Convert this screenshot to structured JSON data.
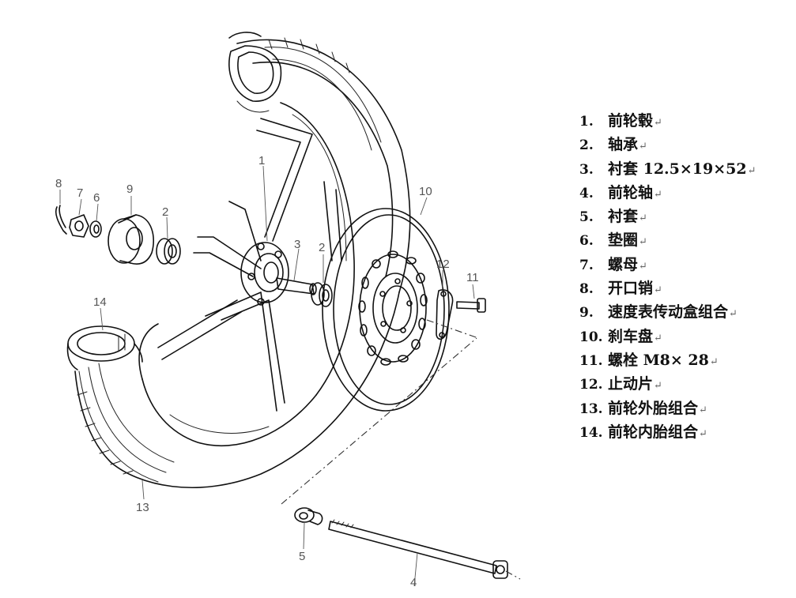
{
  "callouts": [
    "1",
    "2",
    "3",
    "4",
    "5",
    "6",
    "7",
    "8",
    "9",
    "10",
    "11",
    "12",
    "13",
    "14"
  ],
  "parts": [
    {
      "num": "1.",
      "name": "前轮毂"
    },
    {
      "num": "2.",
      "name": "轴承"
    },
    {
      "num": "3.",
      "name": "衬套 12.5×19×52"
    },
    {
      "num": "4.",
      "name": "前轮轴"
    },
    {
      "num": "5.",
      "name": "衬套"
    },
    {
      "num": "6.",
      "name": "垫圈"
    },
    {
      "num": "7.",
      "name": "螺母"
    },
    {
      "num": "8.",
      "name": "开口销"
    },
    {
      "num": "9.",
      "name": "速度表传动盒组合"
    },
    {
      "num": "10.",
      "name": "刹车盘"
    },
    {
      "num": "11.",
      "name": "螺栓 M8× 28"
    },
    {
      "num": "12.",
      "name": "止动片"
    },
    {
      "num": "13.",
      "name": "前轮外胎组合"
    },
    {
      "num": "14.",
      "name": "前轮内胎组合"
    }
  ],
  "return_mark": "↵"
}
